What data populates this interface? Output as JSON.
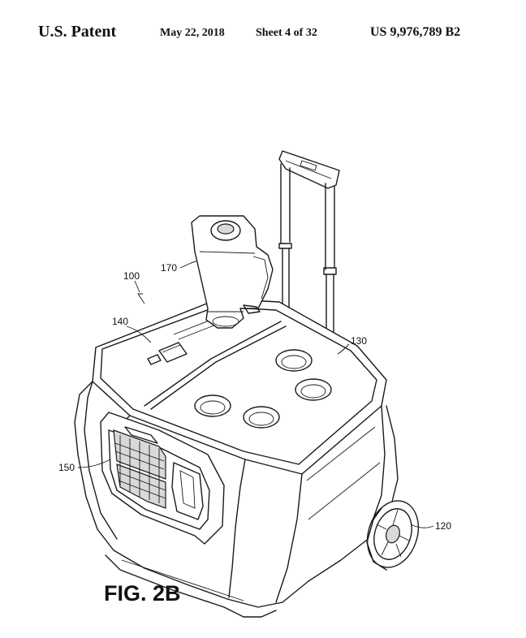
{
  "header": {
    "title": "U.S. Patent",
    "date": "May 22, 2018",
    "sheet": "Sheet 4 of 32",
    "patent_number": "US 9,976,789 B2"
  },
  "figure": {
    "label": "FIG. 2B",
    "refs": {
      "r100": "100",
      "r170": "170",
      "r140": "140",
      "r130": "130",
      "r150": "150",
      "r120": "120"
    }
  }
}
